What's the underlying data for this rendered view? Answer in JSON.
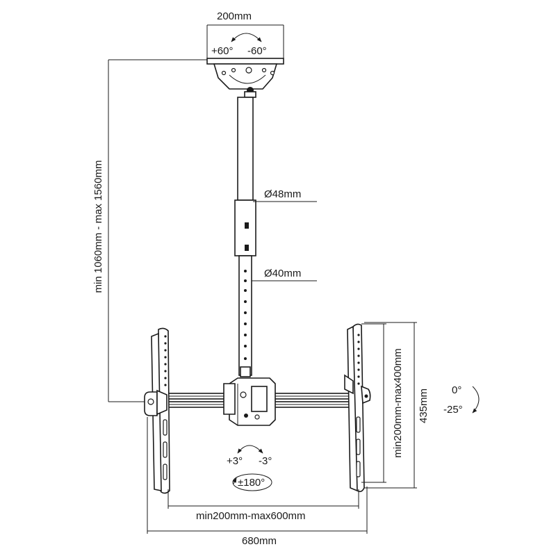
{
  "labels": {
    "plate_width": "200mm",
    "swivel_left": "+60°",
    "swivel_right": "-60°",
    "outer_pole": "Ø48mm",
    "inner_pole": "Ø40mm",
    "height_range": "min 1060mm - max 1560mm",
    "tilt_up": "0°",
    "tilt_down": "-25°",
    "overall_height": "435mm",
    "vesa_vertical": "min200mm-max400mm",
    "level_left": "+3°",
    "level_right": "-3°",
    "rotation": "±180°",
    "vesa_horizontal": "min200mm-max600mm",
    "overall_width": "680mm"
  }
}
